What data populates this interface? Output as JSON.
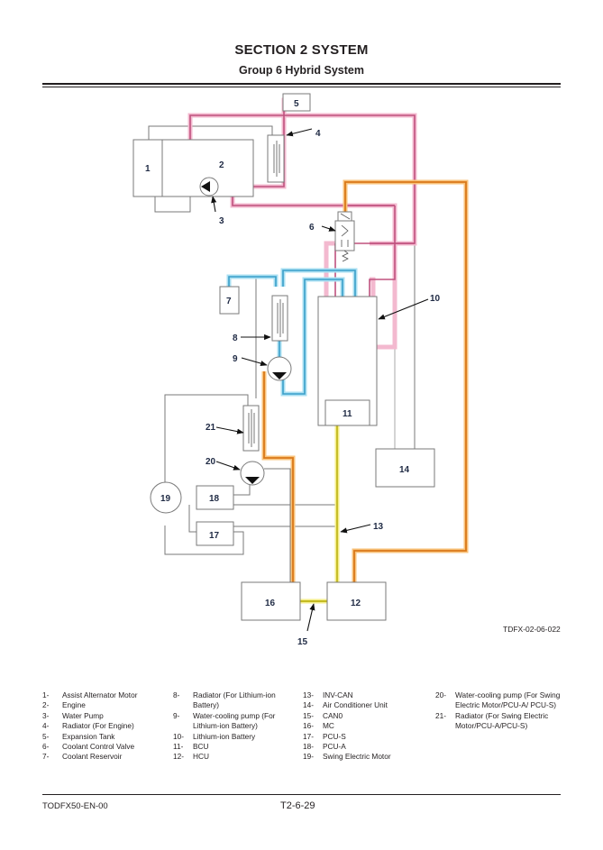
{
  "header": {
    "section_title": "SECTION 2 SYSTEM",
    "group_title": "Group 6 Hybrid System"
  },
  "diagram": {
    "reference_code": "TDFX-02-06-022",
    "line_colors": {
      "engine_coolant": "#e87aa4",
      "battery_coolant": "#5bc0e6",
      "power_cable": "#f0a030",
      "can_bus": "#e8e040",
      "plain_line": "#777777"
    },
    "component_labels": {
      "c1": "1",
      "c2": "2",
      "c3": "3",
      "c4": "4",
      "c5": "5",
      "c6": "6",
      "c7": "7",
      "c8": "8",
      "c9": "9",
      "c10": "10",
      "c11": "11",
      "c12": "12",
      "c13": "13",
      "c14": "14",
      "c15": "15",
      "c16": "16",
      "c17": "17",
      "c18": "18",
      "c19": "19",
      "c20": "20",
      "c21": "21"
    }
  },
  "legend": {
    "col1": [
      {
        "num": "1-",
        "text": "Assist Alternator Motor"
      },
      {
        "num": "2-",
        "text": "Engine"
      },
      {
        "num": "3-",
        "text": "Water Pump"
      },
      {
        "num": "4-",
        "text": "Radiator (For Engine)"
      },
      {
        "num": "5-",
        "text": "Expansion Tank"
      },
      {
        "num": "6-",
        "text": "Coolant Control Valve"
      },
      {
        "num": "7-",
        "text": "Coolant Reservoir"
      }
    ],
    "col2": [
      {
        "num": "8-",
        "text": "Radiator (For Lithium-ion Battery)"
      },
      {
        "num": "9-",
        "text": "Water-cooling pump (For Lithium-ion Battery)"
      },
      {
        "num": "10-",
        "text": "Lithium-ion Battery"
      },
      {
        "num": "11-",
        "text": "BCU"
      },
      {
        "num": "12-",
        "text": "HCU"
      }
    ],
    "col3": [
      {
        "num": "13-",
        "text": "INV-CAN"
      },
      {
        "num": "14-",
        "text": "Air Conditioner Unit"
      },
      {
        "num": "15-",
        "text": "CAN0"
      },
      {
        "num": "16-",
        "text": "MC"
      },
      {
        "num": "17-",
        "text": "PCU-S"
      },
      {
        "num": "18-",
        "text": "PCU-A"
      },
      {
        "num": "19-",
        "text": "Swing Electric Motor"
      }
    ],
    "col4": [
      {
        "num": "20-",
        "text": "Water-cooling pump (For Swing Electric Motor/PCU-A/ PCU-S)"
      },
      {
        "num": "21-",
        "text": "Radiator (For Swing Electric Motor/PCU-A/PCU-S)"
      }
    ]
  },
  "footer": {
    "doc_code": "TODFX50-EN-00",
    "page_number": "T2-6-29"
  }
}
